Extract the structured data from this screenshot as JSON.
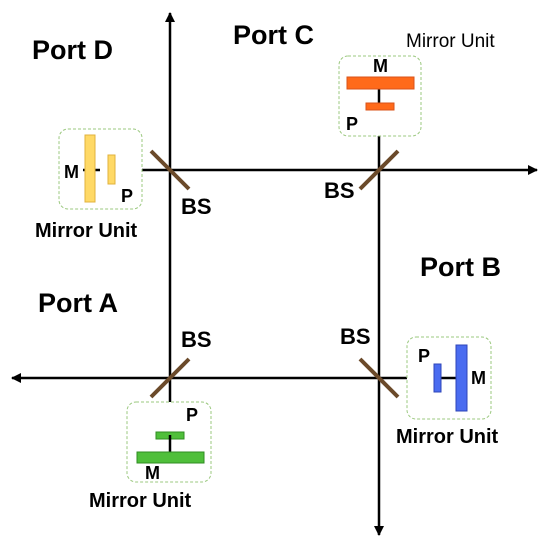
{
  "ports": {
    "a": "Port A",
    "b": "Port B",
    "c": "Port C",
    "d": "Port D"
  },
  "beam_splitter_label": "BS",
  "mirror_unit_label": "Mirror Unit",
  "mirror_letter": "M",
  "piezo_letter": "P",
  "colors": {
    "beam": "#000000",
    "beam_splitter": "#6b4a2a",
    "unit_border": "#9bc87f",
    "port_a_unit": "#4fbf3a",
    "port_b_unit": "#4a6cf0",
    "port_c_unit": "#ff6a1a",
    "port_d_unit": "#ffd966"
  }
}
